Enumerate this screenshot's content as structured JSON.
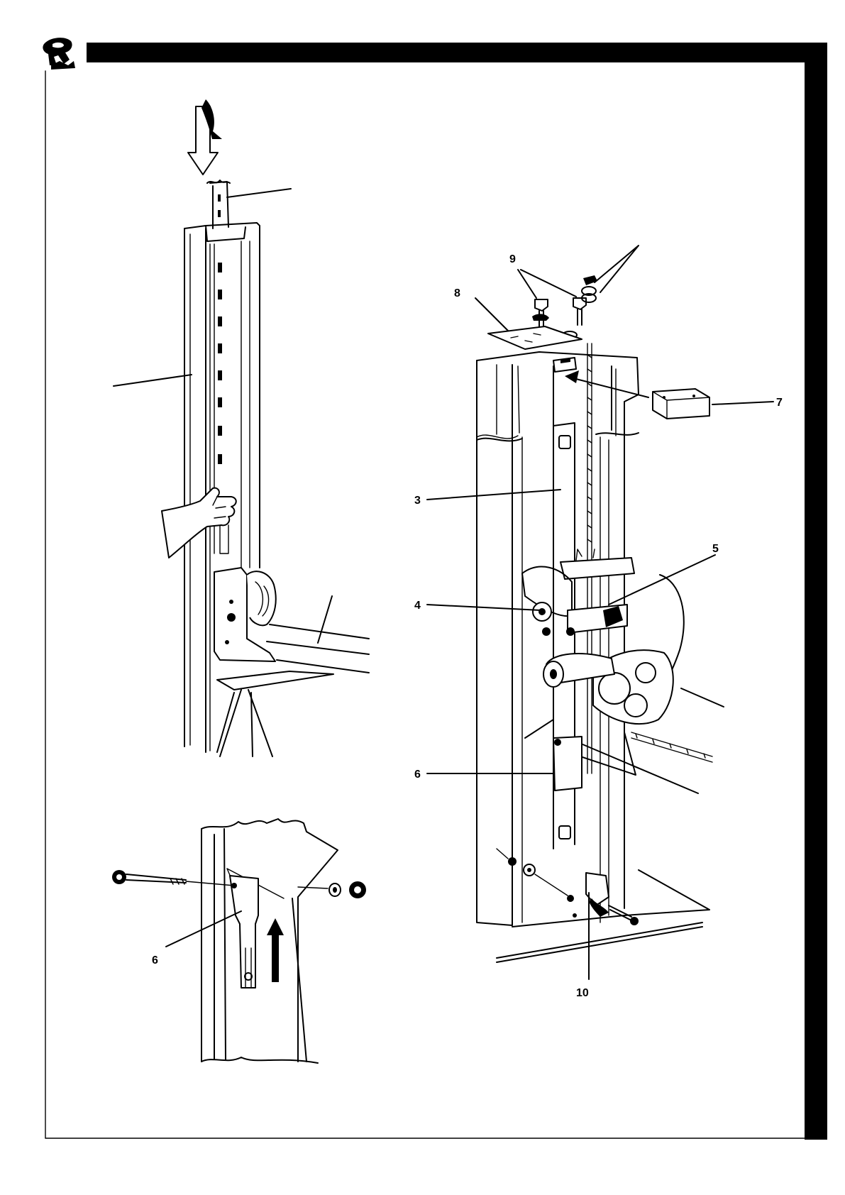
{
  "page": {
    "colors": {
      "ink": "#000000",
      "paper": "#ffffff"
    }
  },
  "header": {
    "logo_icon": "brand-logo-icon"
  },
  "callouts": {
    "label_3": "3",
    "label_4": "4",
    "label_5": "5",
    "label_6_main": "6",
    "label_6_detail": "6",
    "label_7": "7",
    "label_8": "8",
    "label_9": "9",
    "label_10": "10"
  }
}
